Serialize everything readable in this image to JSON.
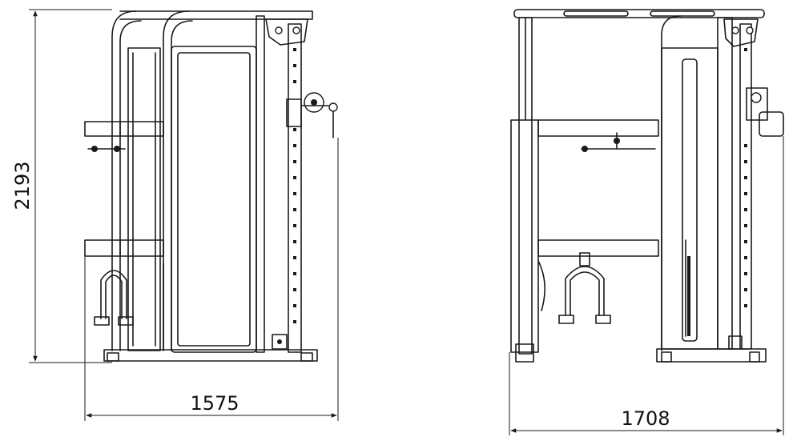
{
  "dimensions": {
    "height_label": "2193",
    "width_left_label": "1575",
    "width_right_label": "1708"
  },
  "colors": {
    "line": "#1a1a1a",
    "background": "#ffffff"
  }
}
